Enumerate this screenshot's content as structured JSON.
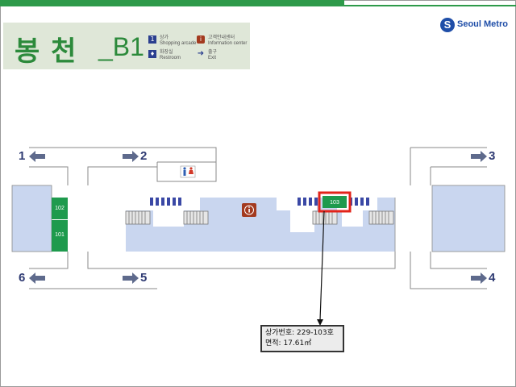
{
  "station": {
    "name": "봉 천",
    "level": "_B1"
  },
  "brand": {
    "name": "Seoul Metro",
    "logo_glyph": "S",
    "color": "#1f4ea8"
  },
  "legend": [
    {
      "icon": "shopping-arcade-icon",
      "glyph": "1",
      "ko": "상가",
      "en": "Shopping arcade",
      "color": "#2b3f8f"
    },
    {
      "icon": "information-center-icon",
      "glyph": "i",
      "ko": "고객안내센터",
      "en": "Information center",
      "color": "#a33a1f"
    },
    {
      "icon": "restroom-icon",
      "glyph": "♦",
      "ko": "화장실",
      "en": "Restroom",
      "color": "#2b3f8f"
    },
    {
      "icon": "exit-icon",
      "glyph": "➜",
      "ko": "출구",
      "en": "Exit",
      "color": "#2b3f8f"
    }
  ],
  "exits": [
    {
      "number": "1",
      "direction": "left"
    },
    {
      "number": "2",
      "direction": "right"
    },
    {
      "number": "3",
      "direction": "right"
    },
    {
      "number": "4",
      "direction": "right"
    },
    {
      "number": "5",
      "direction": "right"
    },
    {
      "number": "6",
      "direction": "left"
    }
  ],
  "shops": [
    {
      "number": "102",
      "color": "#1e9a4d"
    },
    {
      "number": "101",
      "color": "#1e9a4d"
    },
    {
      "number": "103",
      "color": "#1e9a4d",
      "highlighted": true
    }
  ],
  "highlight_color": "#e2231a",
  "concourse_color": "#c9d6ef",
  "callout": {
    "line1": "상가번호: 229-103호",
    "line2": "면적: 17.61㎡"
  }
}
